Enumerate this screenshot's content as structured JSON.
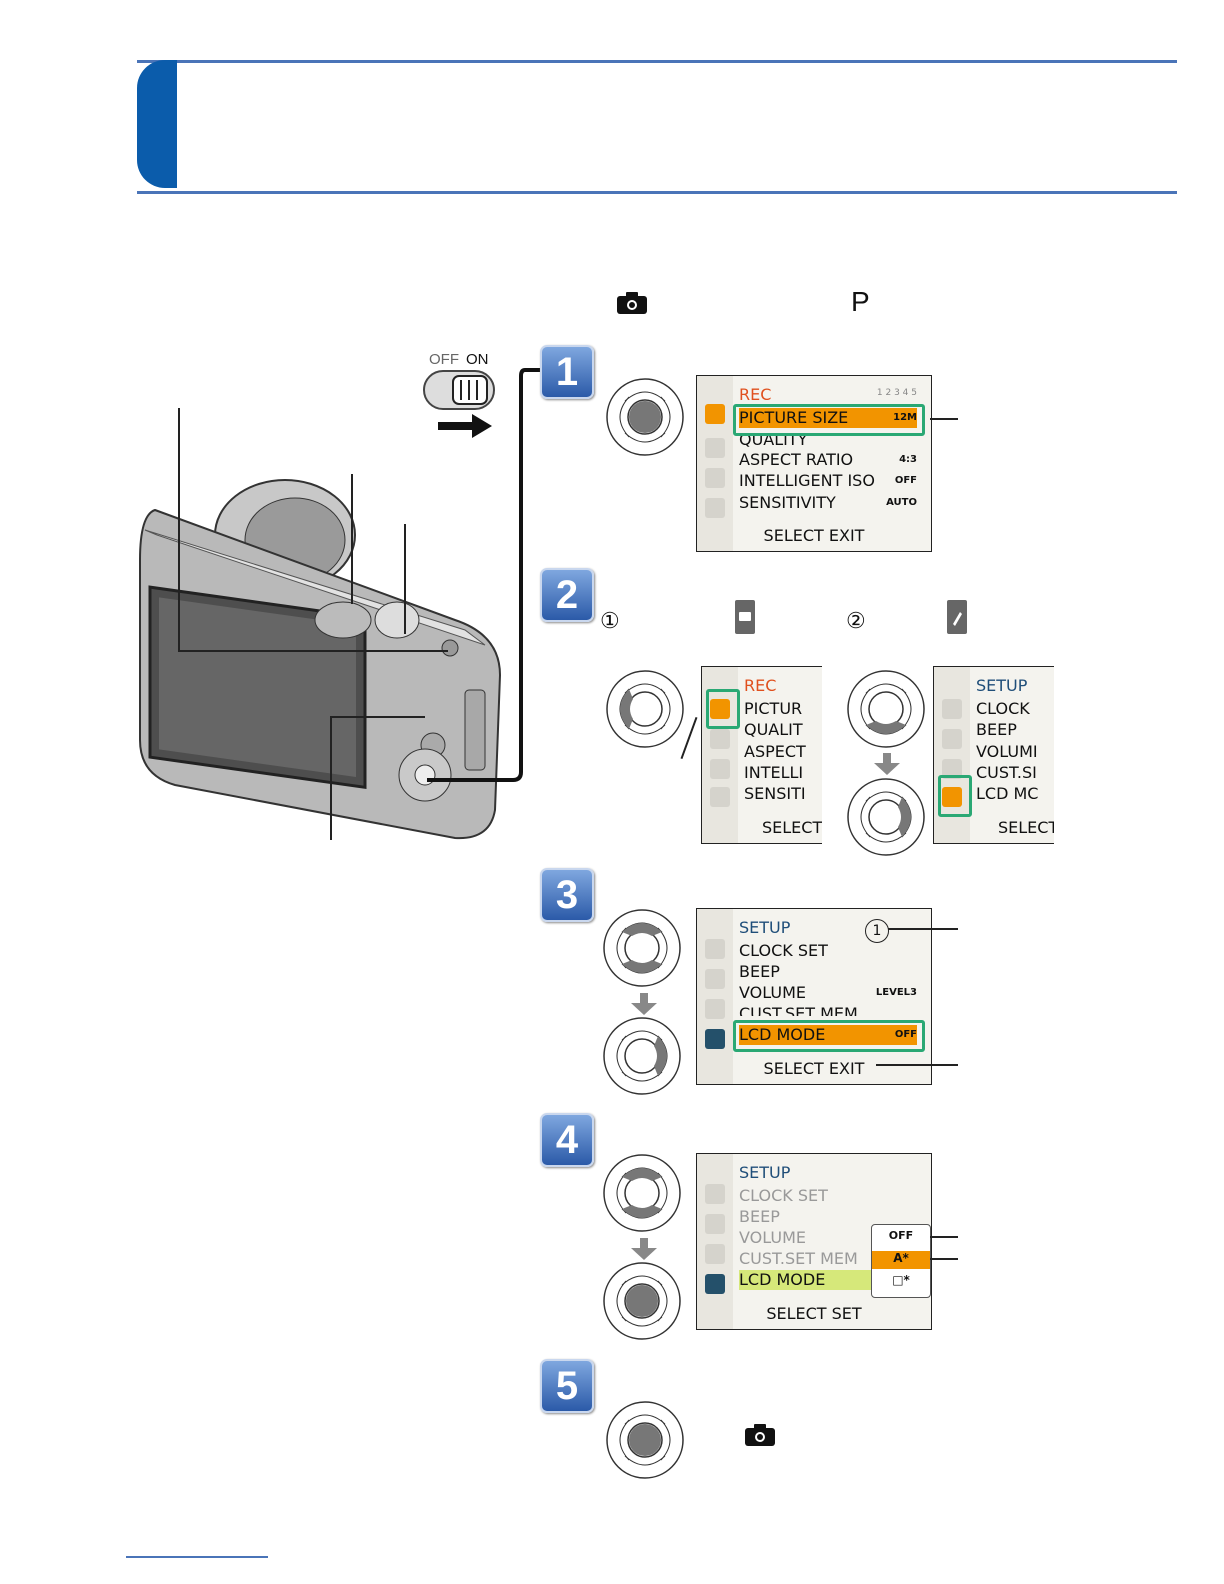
{
  "switch": {
    "off_label": "OFF",
    "on_label": "ON"
  },
  "mode_symbol": "P",
  "steps": [
    "1",
    "2",
    "3",
    "4",
    "5"
  ],
  "step2": {
    "sub1": "①",
    "sub2": "②"
  },
  "step3": {
    "circle_marker": "1"
  },
  "rec_menu": {
    "title": "REC",
    "page_indicator": "1 2 3 4 5",
    "items": [
      {
        "label": "PICTURE SIZE",
        "value": "12M"
      },
      {
        "label": "QUALITY",
        "value": ""
      },
      {
        "label": "ASPECT RATIO",
        "value": "4:3"
      },
      {
        "label": "INTELLIGENT ISO",
        "value": "OFF"
      },
      {
        "label": "SENSITIVITY",
        "value": "AUTO"
      }
    ],
    "footer": "SELECT  EXIT"
  },
  "rec_menu_crop": {
    "title": "REC",
    "items": [
      "PICTUR",
      "QUALIT",
      "ASPECT",
      "INTELLI",
      "SENSITI"
    ],
    "footer": "SELECT"
  },
  "setup_menu_crop": {
    "title": "SETUP",
    "items": [
      "CLOCK",
      "BEEP",
      "VOLUMI",
      "CUST.SI",
      "LCD MC"
    ],
    "footer": "SELECT"
  },
  "setup_menu": {
    "title": "SETUP",
    "items": [
      {
        "label": "CLOCK SET",
        "value": ""
      },
      {
        "label": "BEEP",
        "value": ""
      },
      {
        "label": "VOLUME",
        "value": "LEVEL3"
      },
      {
        "label": "CUST.SET MEM",
        "value": ""
      },
      {
        "label": "LCD MODE",
        "value": "OFF"
      }
    ],
    "footer": "SELECT  EXIT"
  },
  "setup_menu_select": {
    "title": "SETUP",
    "items": [
      "CLOCK SET",
      "BEEP",
      "VOLUME",
      "CUST.SET MEM",
      "LCD MODE"
    ],
    "options": [
      "OFF",
      "A*",
      "□*"
    ],
    "footer": "SELECT  SET"
  },
  "colors": {
    "accent_blue": "#0b5cab",
    "highlight_orange": "#f29400",
    "frame_green": "#2aa874"
  }
}
